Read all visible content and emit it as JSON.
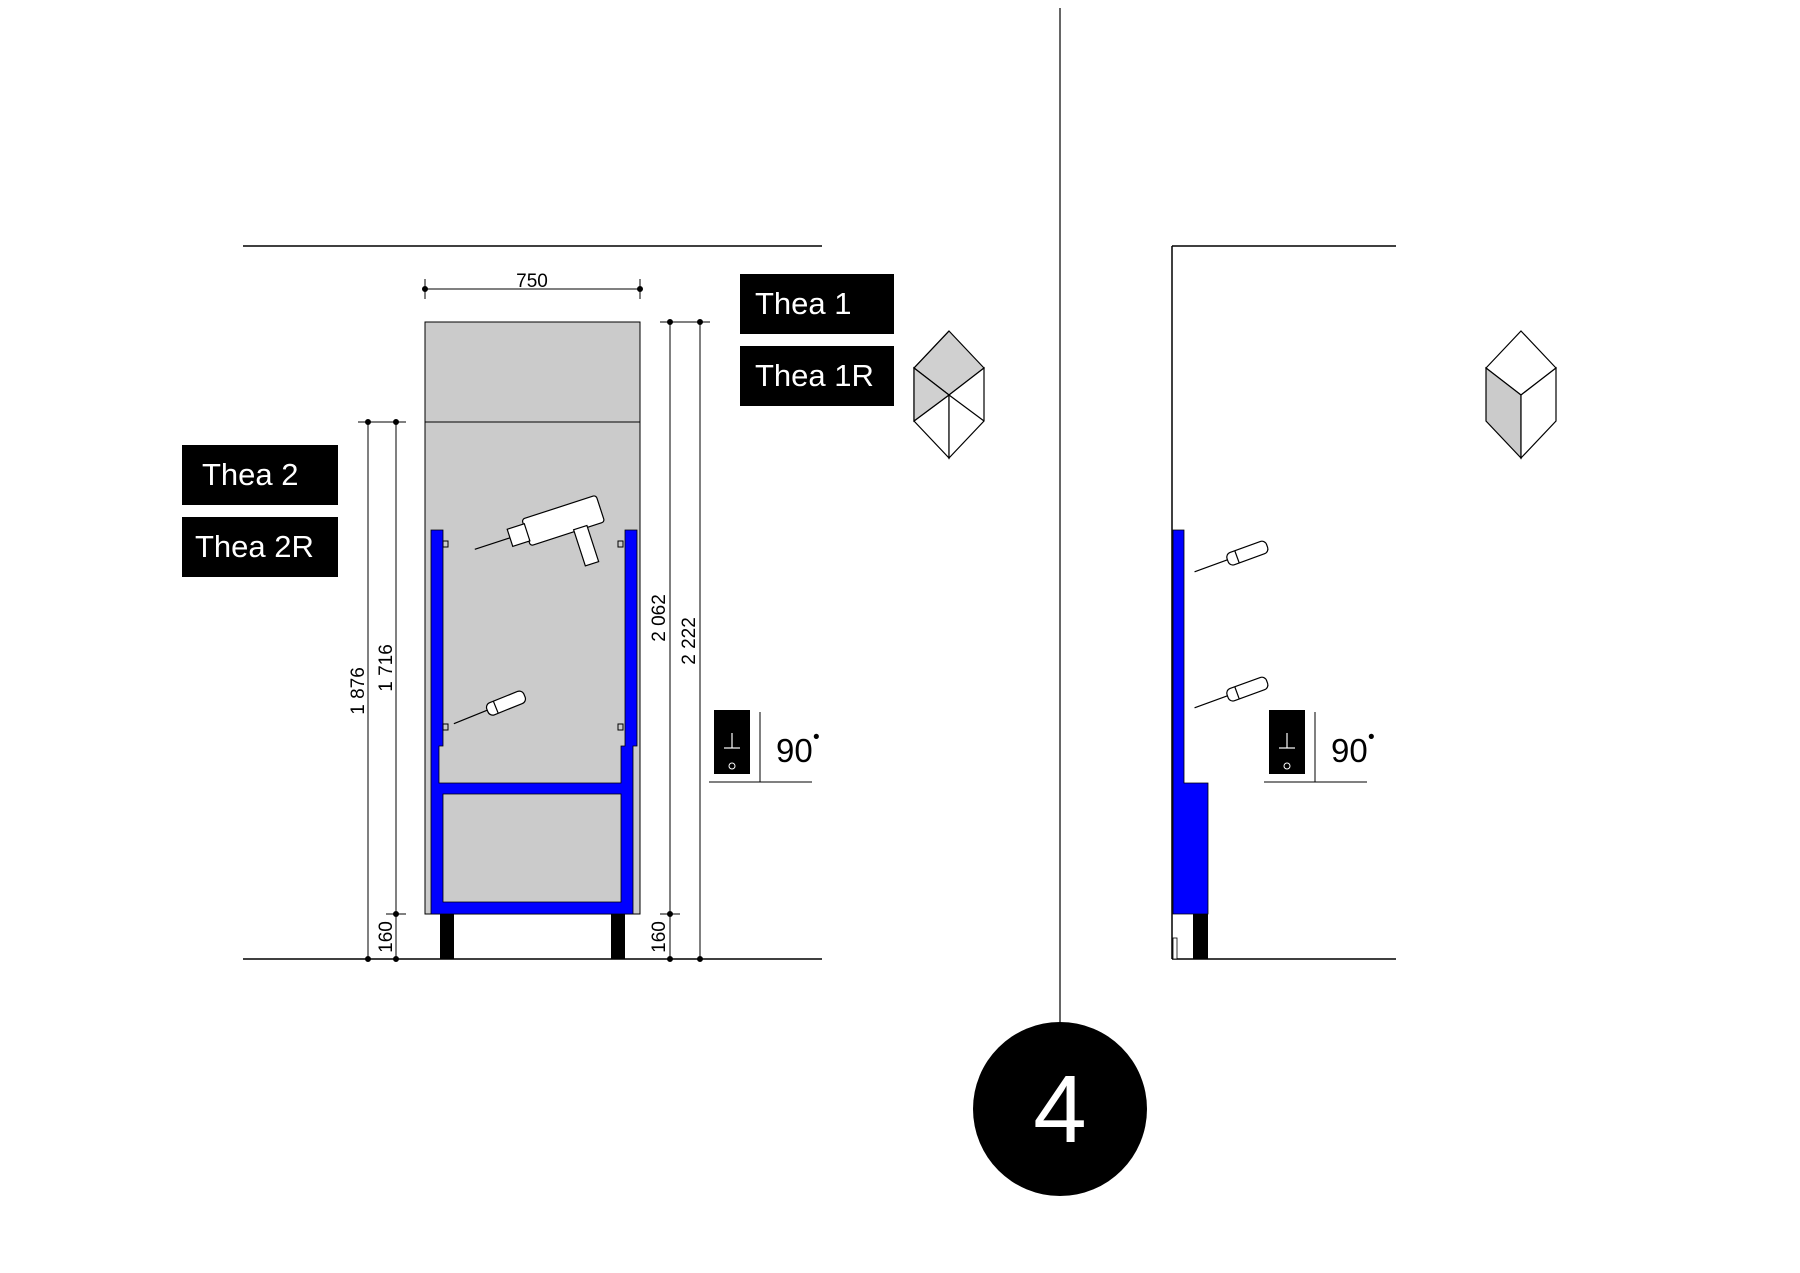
{
  "labels": {
    "thea_1": "Thea  1",
    "thea_1r": "Thea  1R",
    "thea_2": "Thea  2",
    "thea_2r": "Thea  2R"
  },
  "dimensions": {
    "width": "750",
    "height_2062": "2 062",
    "height_2222": "2 222",
    "height_1876": "1 876",
    "height_1716": "1 716",
    "base_left": "160",
    "base_right": "160"
  },
  "angle": {
    "value": "90",
    "degree_mark": "•"
  },
  "step_number": "4",
  "colors": {
    "frame_blue": "#0000ff",
    "panel_gray": "#cbcbcb",
    "label_bg": "#000000",
    "label_fg": "#ffffff"
  },
  "icons": [
    "drill-icon",
    "screwdriver-icon",
    "cube-icon",
    "spirit-level-icon"
  ]
}
